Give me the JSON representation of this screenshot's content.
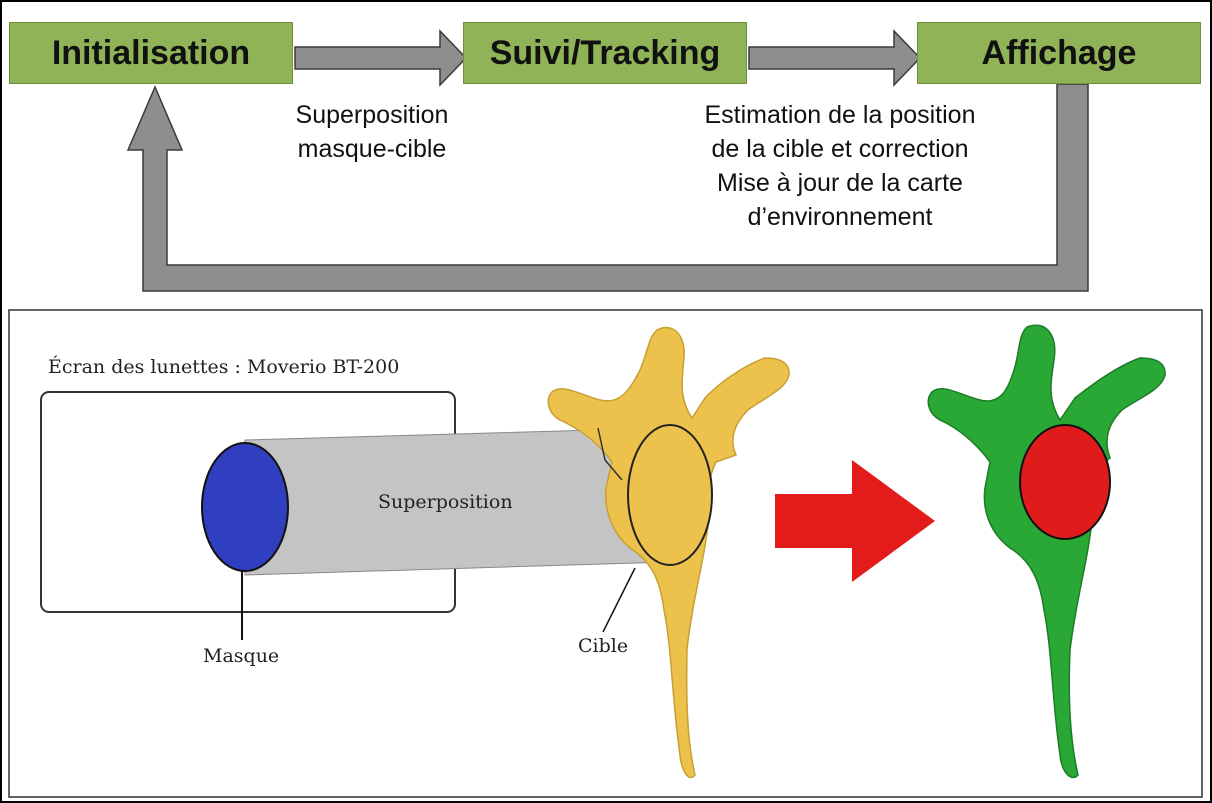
{
  "workflow": {
    "steps": [
      "Initialisation",
      "Suivi/Tracking",
      "Affichage"
    ],
    "notes": {
      "init_to_tracking": [
        "Superposition",
        "masque-cible"
      ],
      "tracking_to_display": [
        "Estimation de la position",
        "de la cible et correction",
        "Mise à jour de la carte",
        "d’environnement"
      ]
    }
  },
  "illustration": {
    "screen_label": "Écran des lunettes : Moverio BT-200",
    "beam_label": "Superposition",
    "mask_label": "Masque",
    "target_label": "Cible"
  },
  "colors": {
    "step_fill": "#8fb356",
    "arrow_fill": "#8e8e8e",
    "mask": "#2f3fbf",
    "target": "#ecc24c",
    "bone_before": "#ecc24c",
    "bone_after": "#2aa836",
    "target_after": "#e01b1b",
    "transition_arrow": "#e41b1b"
  }
}
